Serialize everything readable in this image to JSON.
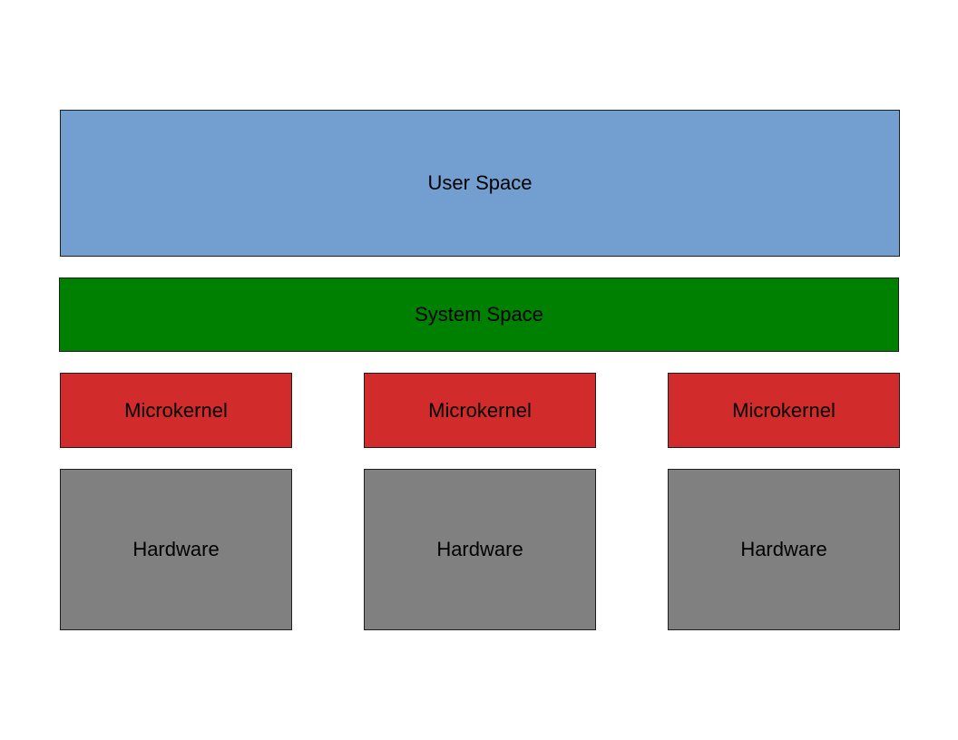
{
  "diagram": {
    "layers": {
      "user_space": {
        "label": "User Space",
        "color": "#729fcf"
      },
      "system_space": {
        "label": "System Space",
        "color": "#008000"
      }
    },
    "microkernels": [
      {
        "label": "Microkernel",
        "color": "#d12b2b"
      },
      {
        "label": "Microkernel",
        "color": "#d12b2b"
      },
      {
        "label": "Microkernel",
        "color": "#d12b2b"
      }
    ],
    "hardware": [
      {
        "label": "Hardware",
        "color": "#808080"
      },
      {
        "label": "Hardware",
        "color": "#808080"
      },
      {
        "label": "Hardware",
        "color": "#808080"
      }
    ]
  }
}
